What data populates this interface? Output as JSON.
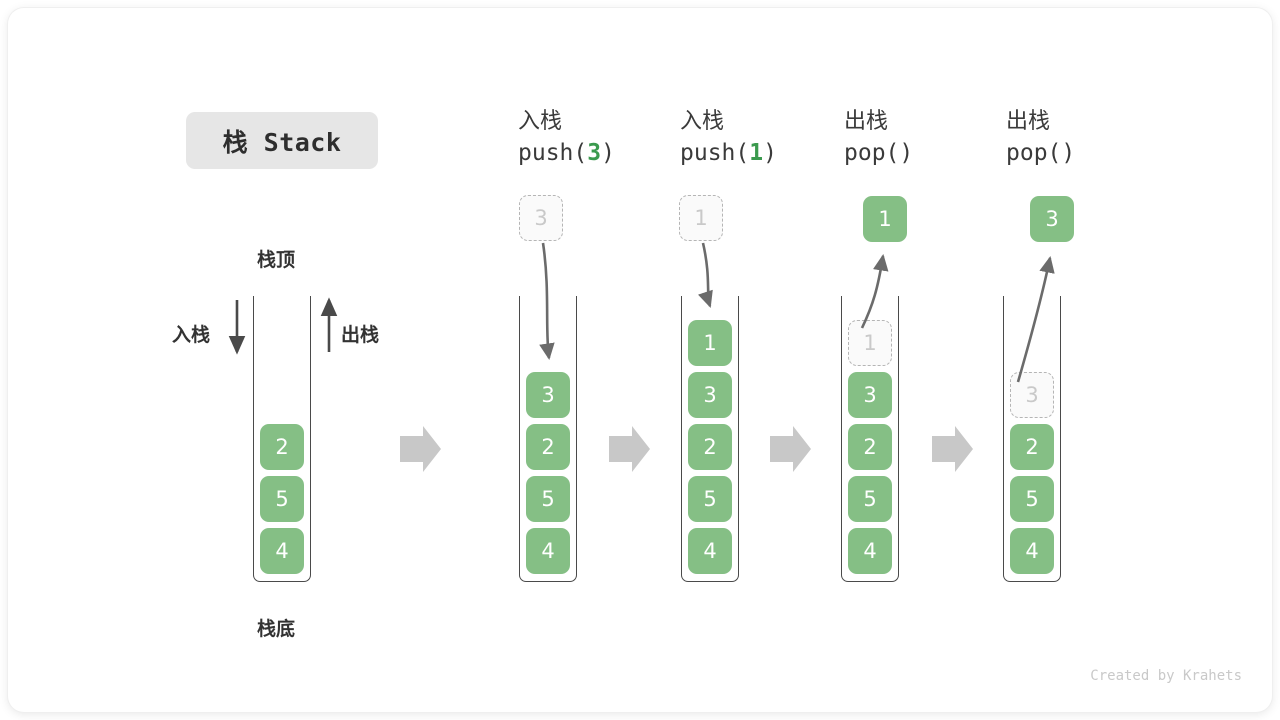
{
  "title_chip": {
    "text": "栈 Stack"
  },
  "credit": "Created by Krahets",
  "labels": {
    "top": "栈顶",
    "bottom": "栈底",
    "push_side": "入栈",
    "pop_side": "出栈"
  },
  "colors": {
    "cell_fill": "#85bf85",
    "cell_text": "#ffffff",
    "ghost_border": "#b5b5b5",
    "ghost_text": "#c9c9c9",
    "stack_border": "#4a4a4a",
    "arrow_gray": "#6b6b6b",
    "step_arrow": "#c8c8c8",
    "accent_green": "#3b9a4e",
    "chip_bg": "#e6e6e6"
  },
  "columns": [
    {
      "id": "initial",
      "head_line1": "",
      "head_line2": "",
      "head_arg": "",
      "stack": [
        "2",
        "5",
        "4"
      ],
      "floating": null,
      "ghost_in_stack": null
    },
    {
      "id": "push-3",
      "head_line1": "入栈",
      "head_line2_prefix": "push(",
      "head_arg": "3",
      "head_line2_suffix": ")",
      "stack": [
        "3",
        "2",
        "5",
        "4"
      ],
      "floating": {
        "value": "3",
        "style": "ghost"
      },
      "ghost_in_stack": null
    },
    {
      "id": "push-1",
      "head_line1": "入栈",
      "head_line2_prefix": "push(",
      "head_arg": "1",
      "head_line2_suffix": ")",
      "stack": [
        "1",
        "3",
        "2",
        "5",
        "4"
      ],
      "floating": {
        "value": "1",
        "style": "ghost"
      },
      "ghost_in_stack": null
    },
    {
      "id": "pop-1",
      "head_line1": "出栈",
      "head_line2_prefix": "pop(",
      "head_arg": "",
      "head_line2_suffix": ")",
      "stack": [
        "3",
        "2",
        "5",
        "4"
      ],
      "floating": {
        "value": "1",
        "style": "solid"
      },
      "ghost_in_stack": {
        "value": "1",
        "slot": 0
      }
    },
    {
      "id": "pop-2",
      "head_line1": "出栈",
      "head_line2_prefix": "pop(",
      "head_arg": "",
      "head_line2_suffix": ")",
      "stack": [
        "2",
        "5",
        "4"
      ],
      "floating": {
        "value": "3",
        "style": "solid"
      },
      "ghost_in_stack": {
        "value": "3",
        "slot": 1
      }
    }
  ],
  "cells": {
    "c0_2": "2",
    "c0_5": "5",
    "c0_4": "4",
    "c1_3": "3",
    "c1_2": "2",
    "c1_5": "5",
    "c1_4": "4",
    "c1_float": "3",
    "c2_1": "1",
    "c2_3": "3",
    "c2_2": "2",
    "c2_5": "5",
    "c2_4": "4",
    "c2_float": "1",
    "c3_ghost": "1",
    "c3_3": "3",
    "c3_2": "2",
    "c3_5": "5",
    "c3_4": "4",
    "c3_float": "1",
    "c4_ghost": "3",
    "c4_2": "2",
    "c4_5": "5",
    "c4_4": "4",
    "c4_float": "3"
  },
  "headers": {
    "h1_l1": "入栈",
    "h1_pre": "push(",
    "h1_arg": "3",
    "h1_post": ")",
    "h2_l1": "入栈",
    "h2_pre": "push(",
    "h2_arg": "1",
    "h2_post": ")",
    "h3_l1": "出栈",
    "h3_pre": "pop(",
    "h3_arg": "",
    "h3_post": ")",
    "h4_l1": "出栈",
    "h4_pre": "pop(",
    "h4_arg": "",
    "h4_post": ")"
  }
}
